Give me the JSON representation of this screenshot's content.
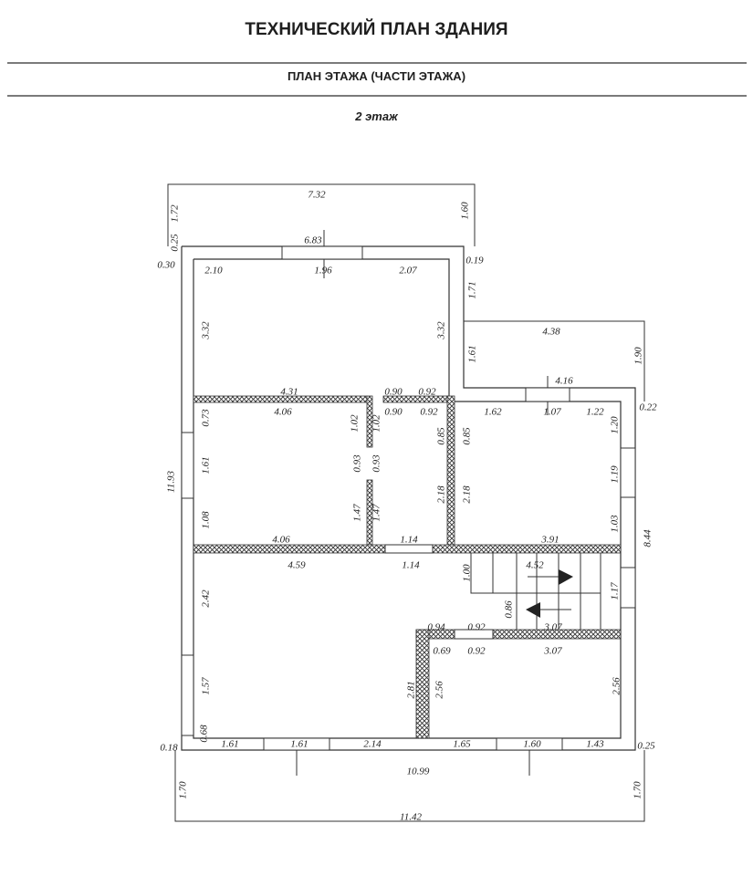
{
  "header": {
    "title": "ТЕХНИЧЕСКИЙ ПЛАН ЗДАНИЯ",
    "subtitle": "ПЛАН ЭТАЖА (ЧАСТИ ЭТАЖА)",
    "floor": "2 этаж"
  },
  "plan": {
    "dimensions": [
      "7.32",
      "6.83",
      "1.72",
      "0.25",
      "0.30",
      "1.60",
      "0.19",
      "2.10",
      "1.96",
      "2.07",
      "3.32",
      "3.32",
      "1.71",
      "1.61",
      "4.38",
      "1.90",
      "4.16",
      "0.22",
      "4.31",
      "0.90",
      "0.92",
      "4.06",
      "0.90",
      "0.92",
      "1.62",
      "1.07",
      "1.22",
      "0.73",
      "1.02",
      "1.02",
      "0.85",
      "0.85",
      "1.20",
      "11.93",
      "1.61",
      "0.93",
      "0.93",
      "1.19",
      "1.08",
      "1.47",
      "1.47",
      "2.18",
      "2.18",
      "1.03",
      "8.44",
      "4.06",
      "1.14",
      "3.91",
      "4.59",
      "1.14",
      "4.52",
      "1.00",
      "1.17",
      "2.42",
      "0.86",
      "3.07",
      "0.94",
      "0.92",
      "0.69",
      "0.92",
      "3.07",
      "1.57",
      "2.81",
      "2.56",
      "2.56",
      "0.68",
      "0.18",
      "1.61",
      "1.61",
      "2.14",
      "1.65",
      "1.60",
      "1.43",
      "0.25",
      "10.99",
      "1.70",
      "1.70",
      "11.42"
    ]
  }
}
